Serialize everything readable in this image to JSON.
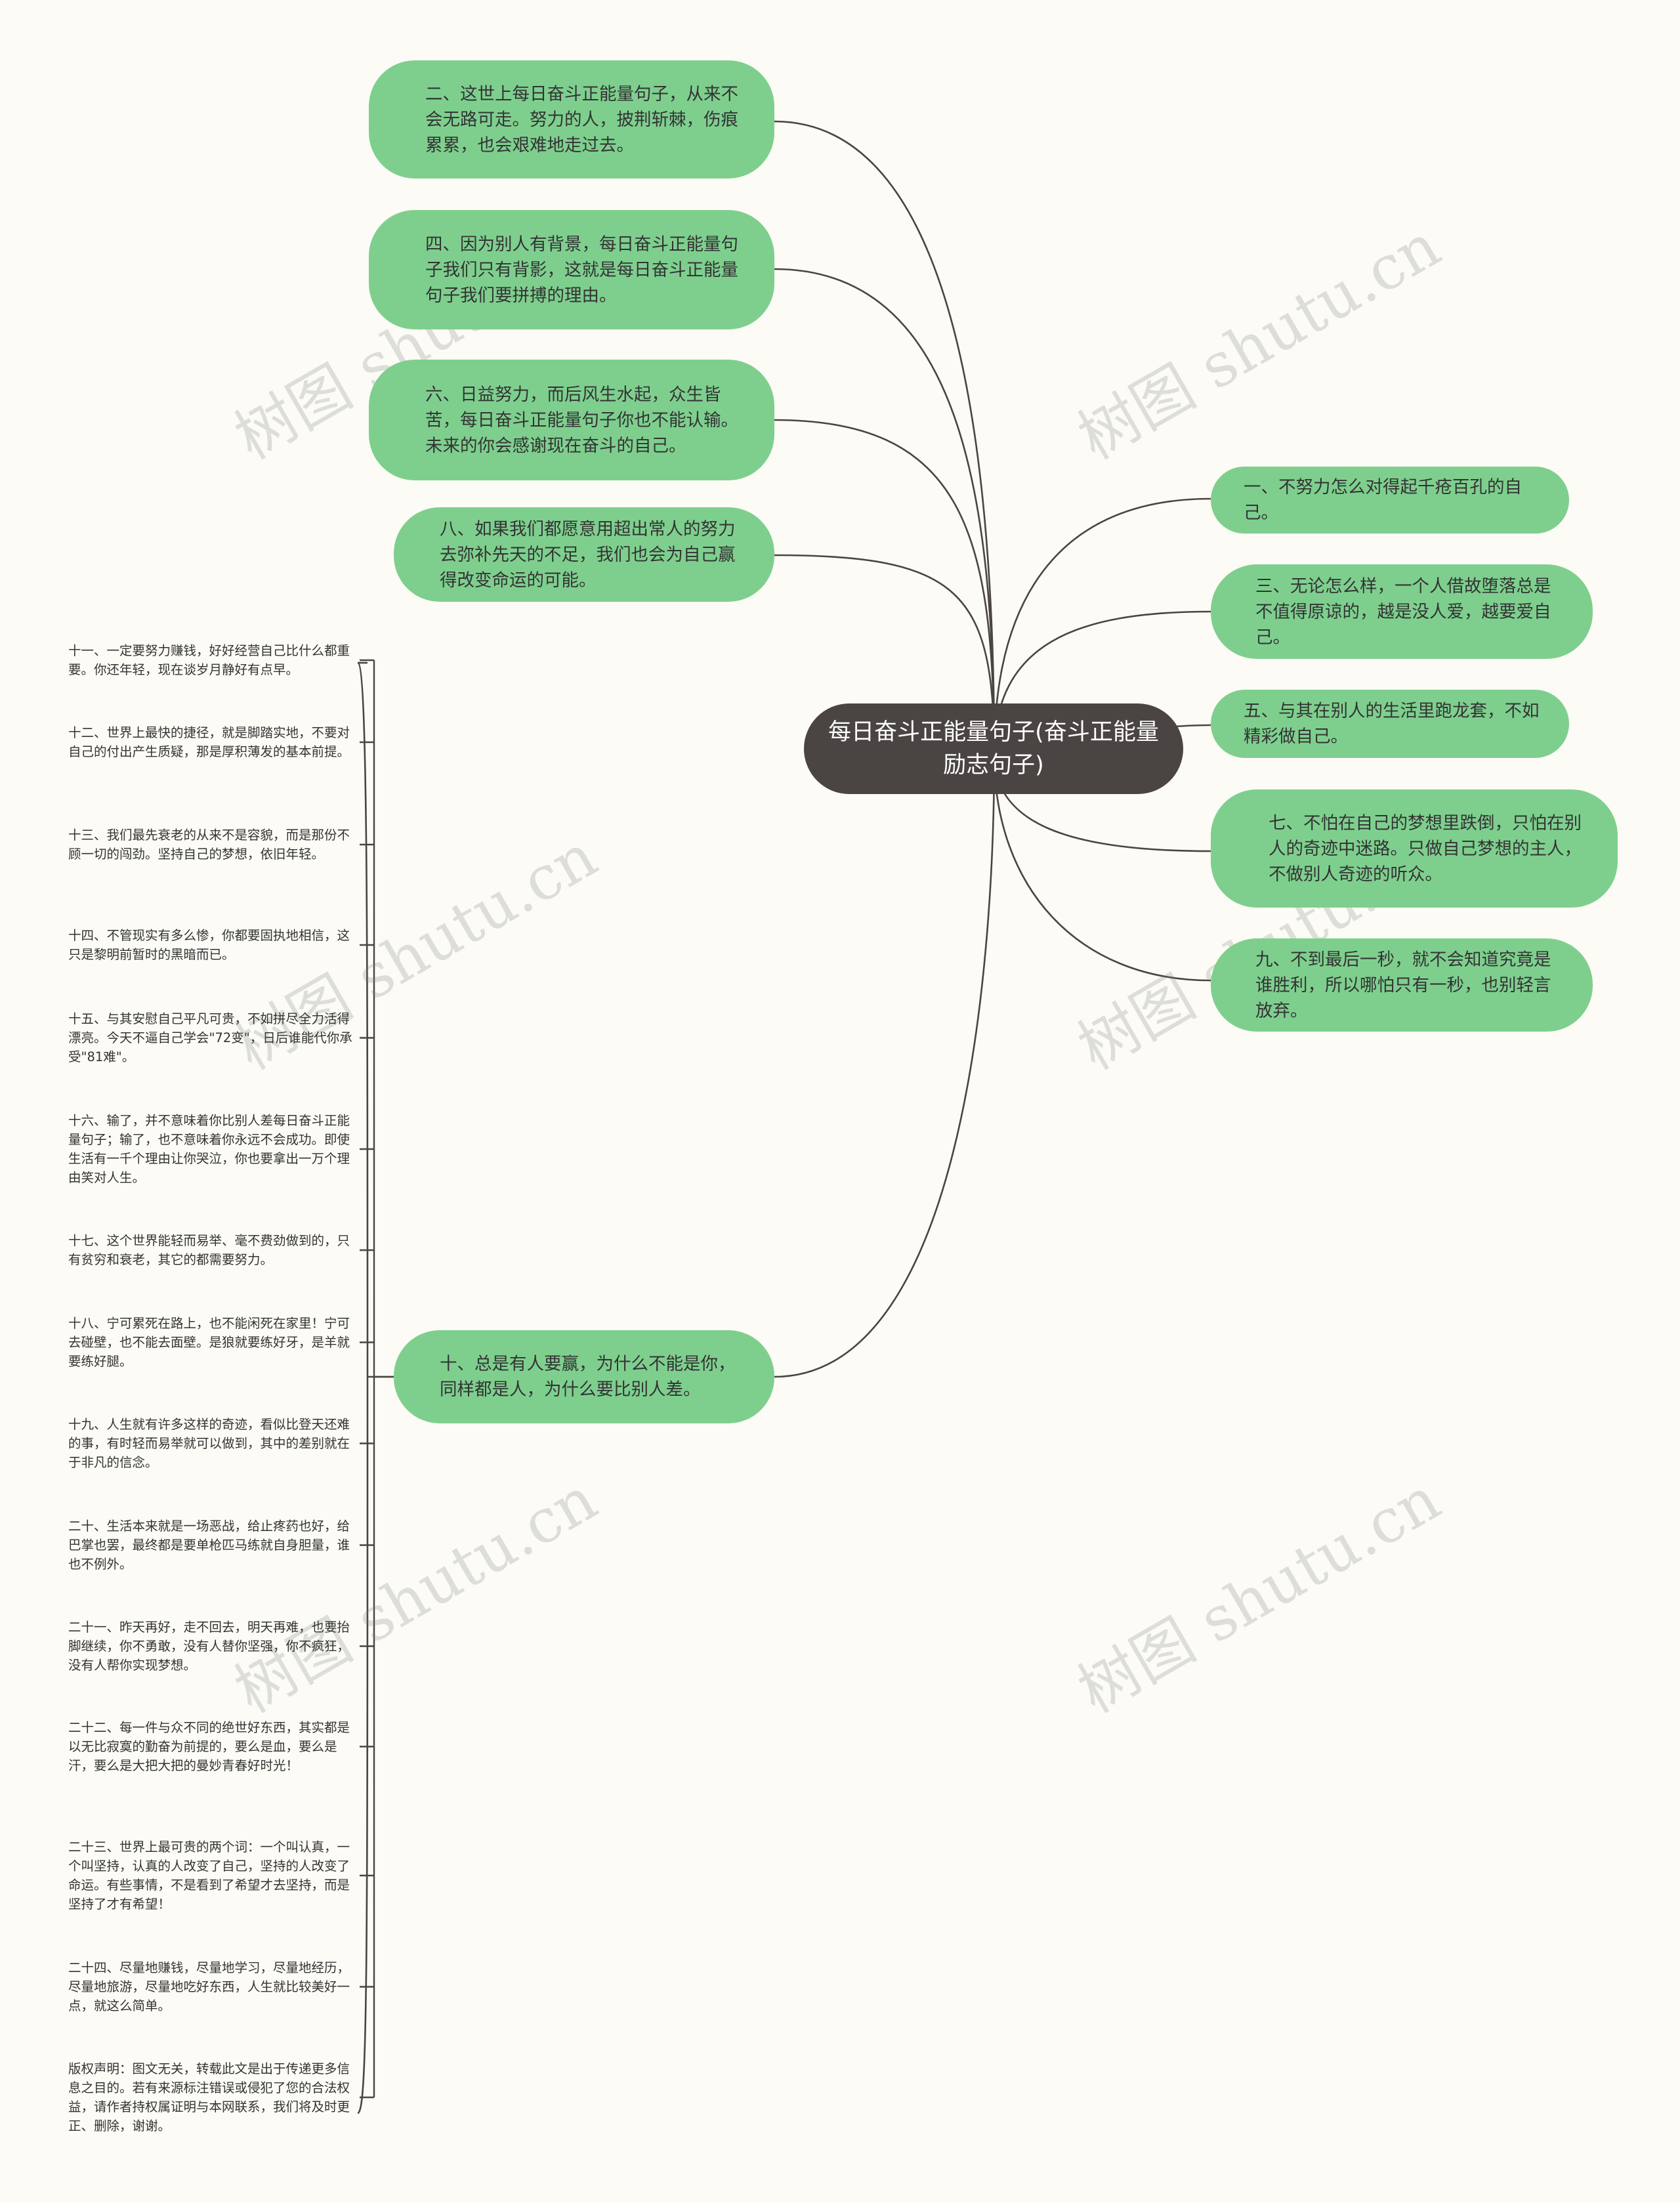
{
  "center": {
    "title": "每日奋斗正能量句子(奋斗正能量励志句子)"
  },
  "left_nodes": [
    "二、这世上每日奋斗正能量句子，从来不会无路可走。努力的人，披荆斩棘，伤痕累累，也会艰难地走过去。",
    "四、因为别人有背景，每日奋斗正能量句子我们只有背影，这就是每日奋斗正能量句子我们要拼搏的理由。",
    "六、日益努力，而后风生水起，众生皆苦，每日奋斗正能量句子你也不能认输。未来的你会感谢现在奋斗的自己。",
    "八、如果我们都愿意用超出常人的努力去弥补先天的不足，我们也会为自己赢得改变命运的可能。",
    "十、总是有人要赢，为什么不能是你，同样都是人，为什么要比别人差。"
  ],
  "right_nodes": [
    "一、不努力怎么对得起千疮百孔的自己。",
    "三、无论怎么样，一个人借故堕落总是不值得原谅的，越是没人爱，越要爱自己。",
    "五、与其在别人的生活里跑龙套，不如精彩做自己。",
    "七、不怕在自己的梦想里跌倒，只怕在别人的奇迹中迷路。只做自己梦想的主人，不做别人奇迹的听众。",
    "九、不到最后一秒，就不会知道究竟是谁胜利，所以哪怕只有一秒，也别轻言放弃。"
  ],
  "leaves": [
    "十一、一定要努力赚钱，好好经营自己比什么都重要。你还年轻，现在谈岁月静好有点早。",
    "十二、世界上最快的捷径，就是脚踏实地，不要对自己的付出产生质疑，那是厚积薄发的基本前提。",
    "十三、我们最先衰老的从来不是容貌，而是那份不顾一切的闯劲。坚持自己的梦想，依旧年轻。",
    "十四、不管现实有多么惨，你都要固执地相信，这只是黎明前暂时的黑暗而已。",
    "十五、与其安慰自己平凡可贵，不如拼尽全力活得漂亮。今天不逼自己学会\"72变\"，日后谁能代你承受\"81难\"。",
    "十六、输了，并不意味着你比别人差每日奋斗正能量句子；输了，也不意味着你永远不会成功。即使生活有一千个理由让你哭泣，你也要拿出一万个理由笑对人生。",
    "十七、这个世界能轻而易举、毫不费劲做到的，只有贫穷和衰老，其它的都需要努力。",
    "十八、宁可累死在路上，也不能闲死在家里！宁可去碰壁，也不能去面壁。是狼就要练好牙，是羊就要练好腿。",
    "十九、人生就有许多这样的奇迹，看似比登天还难的事，有时轻而易举就可以做到，其中的差别就在于非凡的信念。",
    "二十、生活本来就是一场恶战，给止疼药也好，给巴掌也罢，最终都是要单枪匹马练就自身胆量，谁也不例外。",
    "二十一、昨天再好，走不回去，明天再难，也要抬脚继续，你不勇敢，没有人替你坚强，你不疯狂，没有人帮你实现梦想。",
    "二十二、每一件与众不同的绝世好东西，其实都是以无比寂寞的勤奋为前提的，要么是血，要么是汗，要么是大把大把的曼妙青春好时光！",
    "二十三、世界上最可贵的两个词：一个叫认真，一个叫坚持，认真的人改变了自己，坚持的人改变了命运。有些事情，不是看到了希望才去坚持，而是坚持了才有希望！",
    "二十四、尽量地赚钱，尽量地学习，尽量地经历，尽量地旅游，尽量地吃好东西，人生就比较美好一点，就这么简单。",
    "版权声明：图文无关，转载此文是出于传递更多信息之目的。若有来源标注错误或侵犯了您的合法权益，请作者持权属证明与本网联系，我们将及时更正、删除，谢谢。"
  ],
  "watermark": "树图 shutu.cn",
  "colors": {
    "background": "#fcfbf5",
    "node_fill": "#7ecf8e",
    "center_fill": "#4a4443",
    "line": "#4a4443"
  }
}
